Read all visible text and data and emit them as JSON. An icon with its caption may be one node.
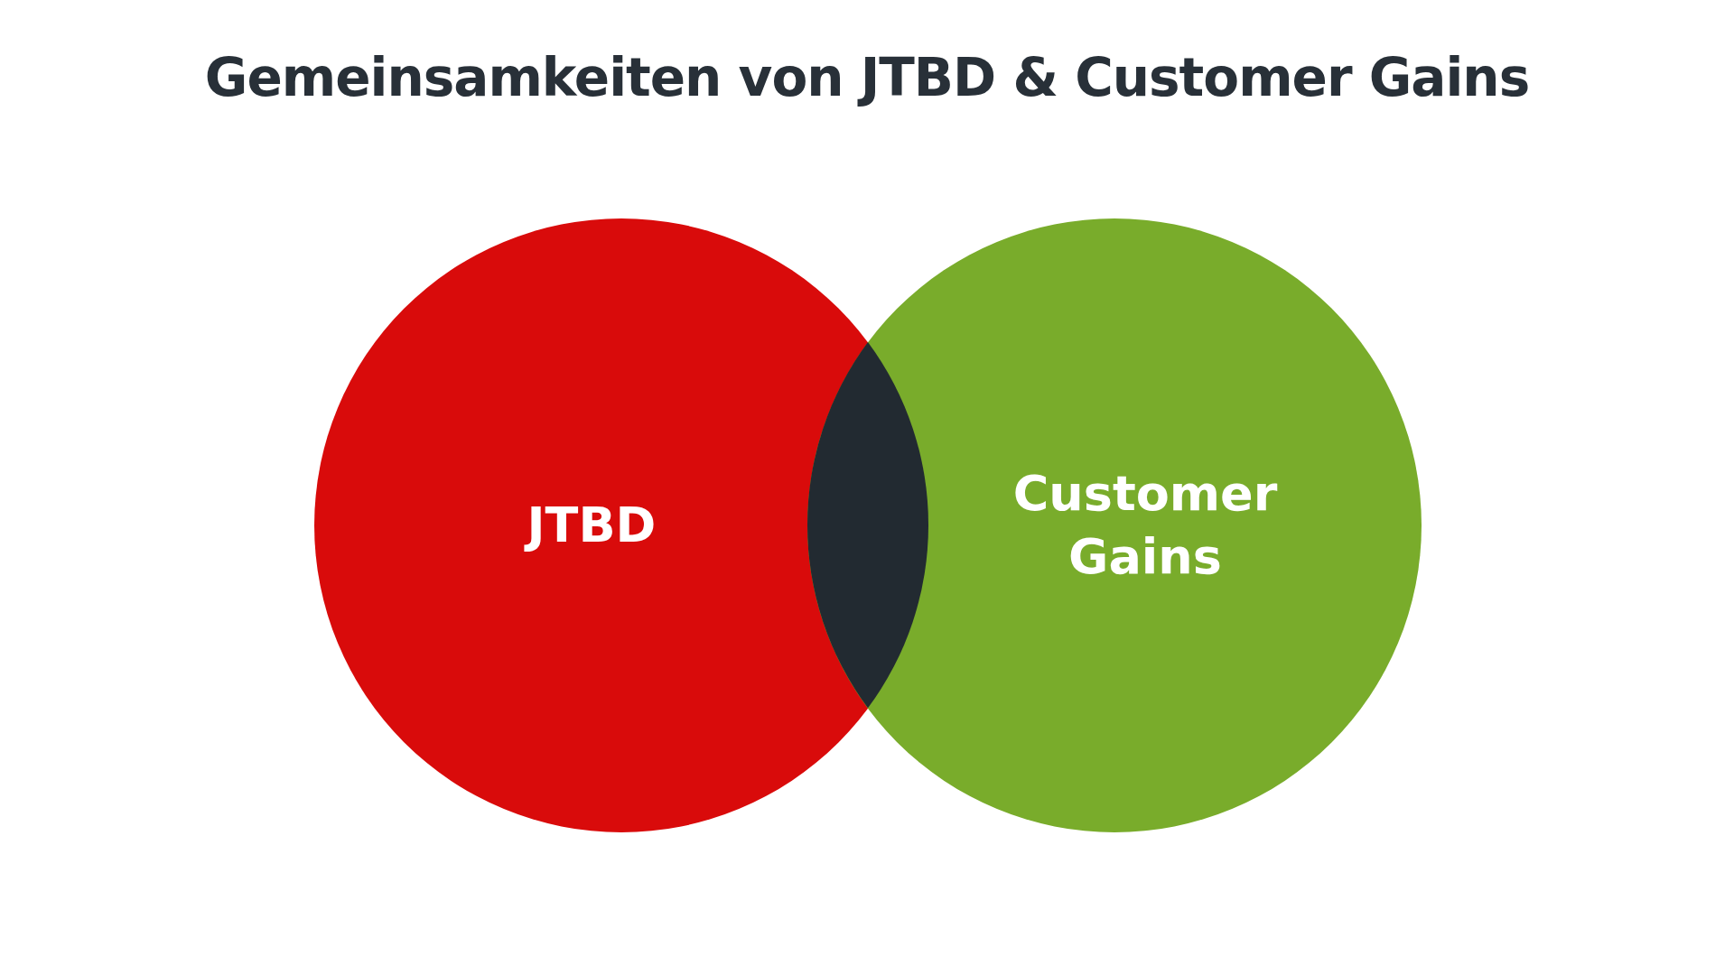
{
  "diagram": {
    "title": "Gemeinsamkeiten von JTBD & Customer Gains",
    "nodes": [
      {
        "text": [
          "JTBD"
        ]
      },
      {
        "text": [],
        "shape": "lens"
      },
      {
        "text": [
          "Customer Gains"
        ]
      }
    ]
  }
}
